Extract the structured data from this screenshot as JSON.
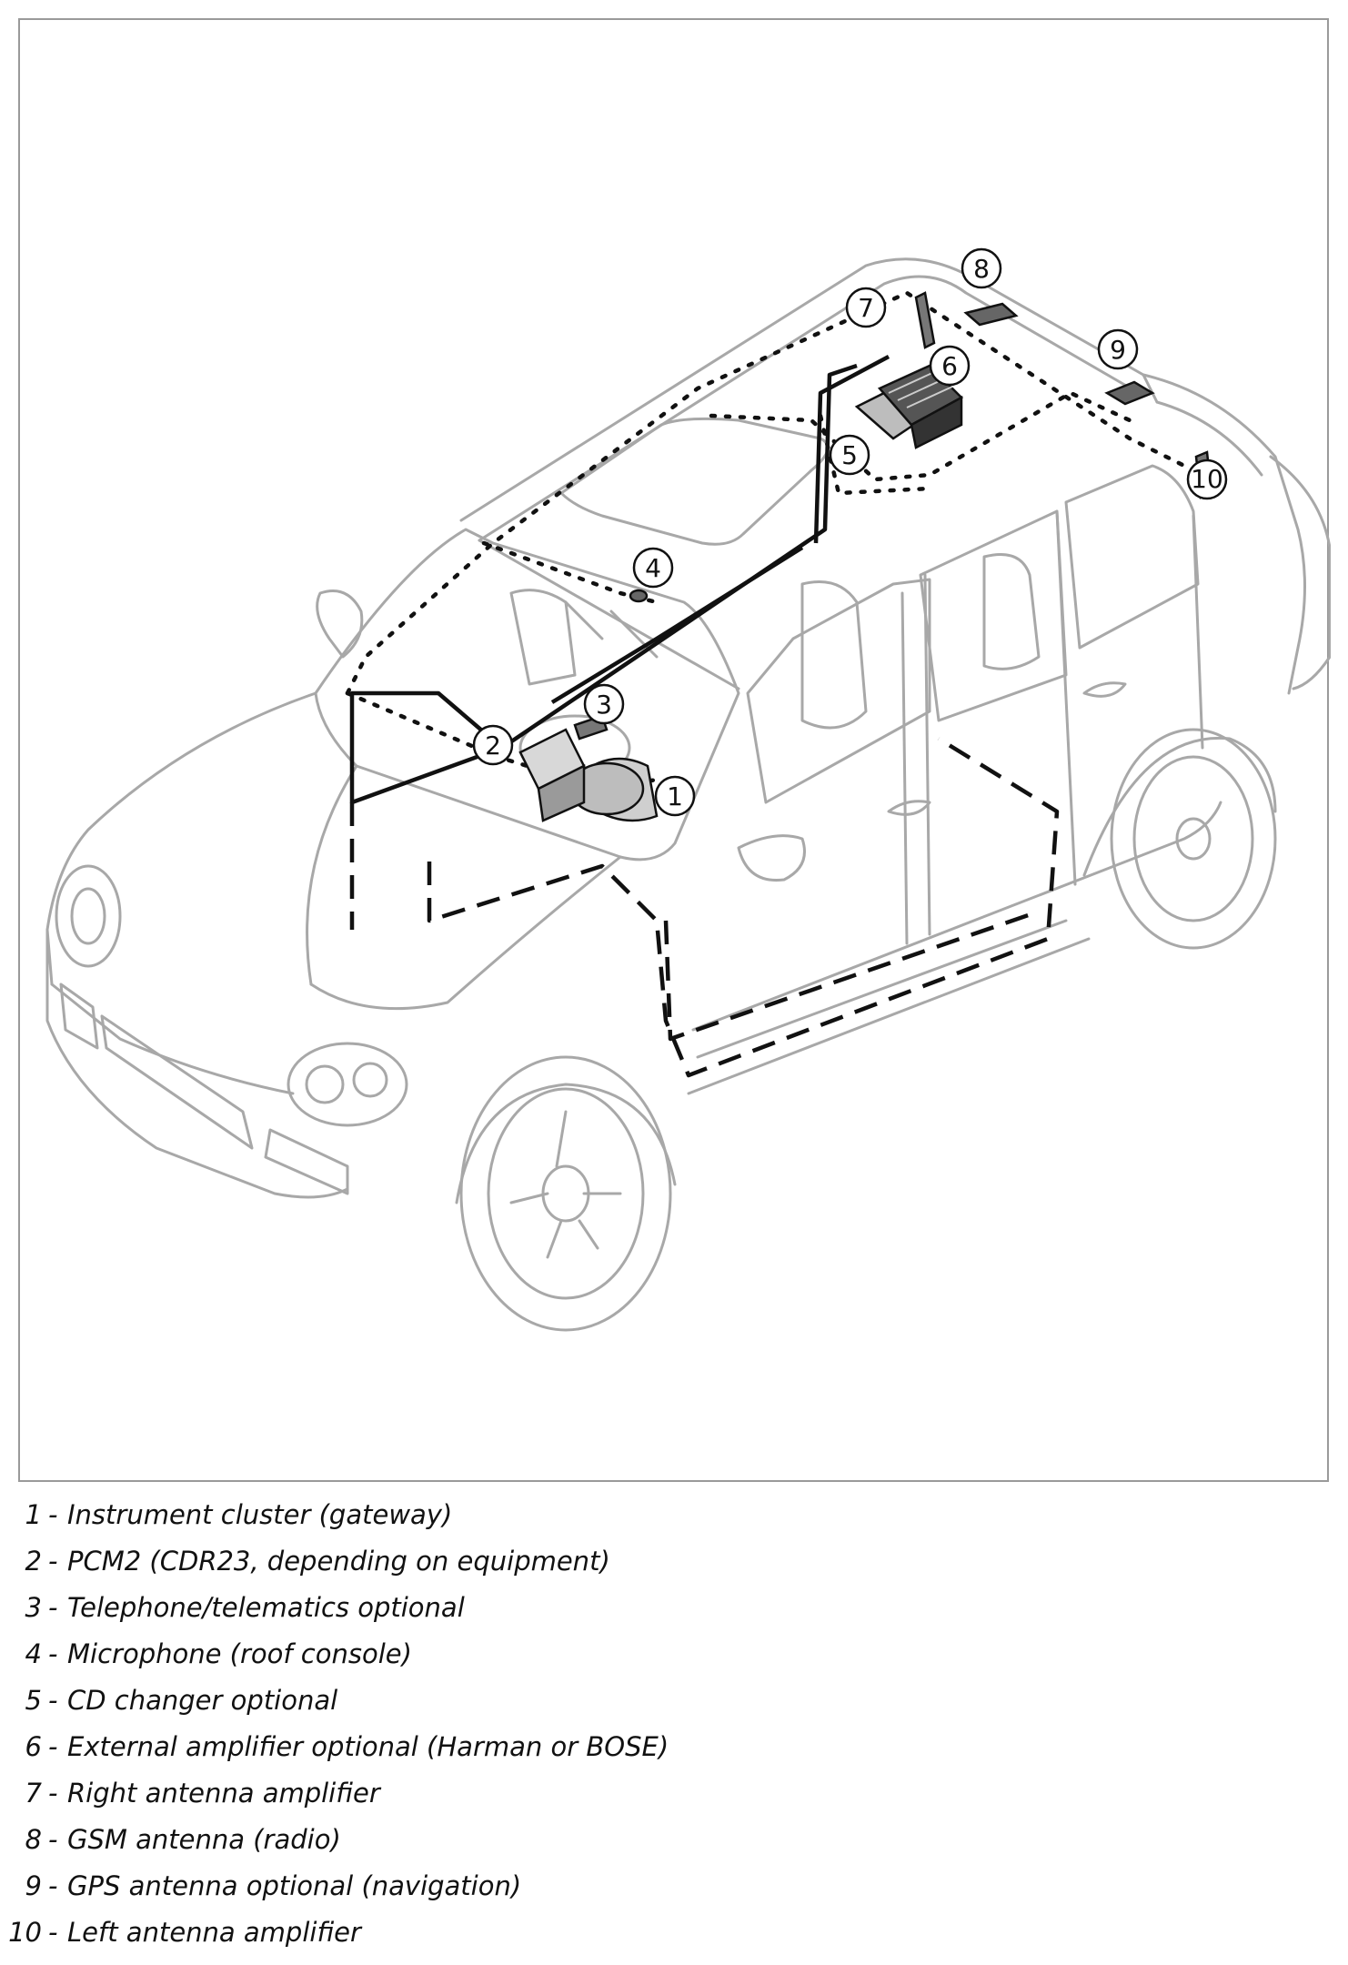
{
  "diagram": {
    "callouts": [
      "1",
      "2",
      "3",
      "4",
      "5",
      "6",
      "7",
      "8",
      "9",
      "10"
    ]
  },
  "legend": {
    "separator": "-",
    "items": [
      {
        "number": "1",
        "label": "Instrument cluster (gateway)"
      },
      {
        "number": "2",
        "label": "PCM2 (CDR23, depending on equipment)"
      },
      {
        "number": "3",
        "label": "Telephone/telematics optional"
      },
      {
        "number": "4",
        "label": "Microphone (roof console)"
      },
      {
        "number": "5",
        "label": "CD changer optional"
      },
      {
        "number": "6",
        "label": "External amplifier optional (Harman or BOSE)"
      },
      {
        "number": "7",
        "label": "Right antenna amplifier"
      },
      {
        "number": "8",
        "label": "GSM antenna (radio)"
      },
      {
        "number": "9",
        "label": "GPS antenna optional (navigation)"
      },
      {
        "number": "10",
        "label": "Left antenna amplifier"
      }
    ]
  },
  "colors": {
    "car_outline": "#a8a8a8",
    "wiring": "#111111",
    "frame": "#9a9a9a",
    "component_fill": "#555555"
  }
}
